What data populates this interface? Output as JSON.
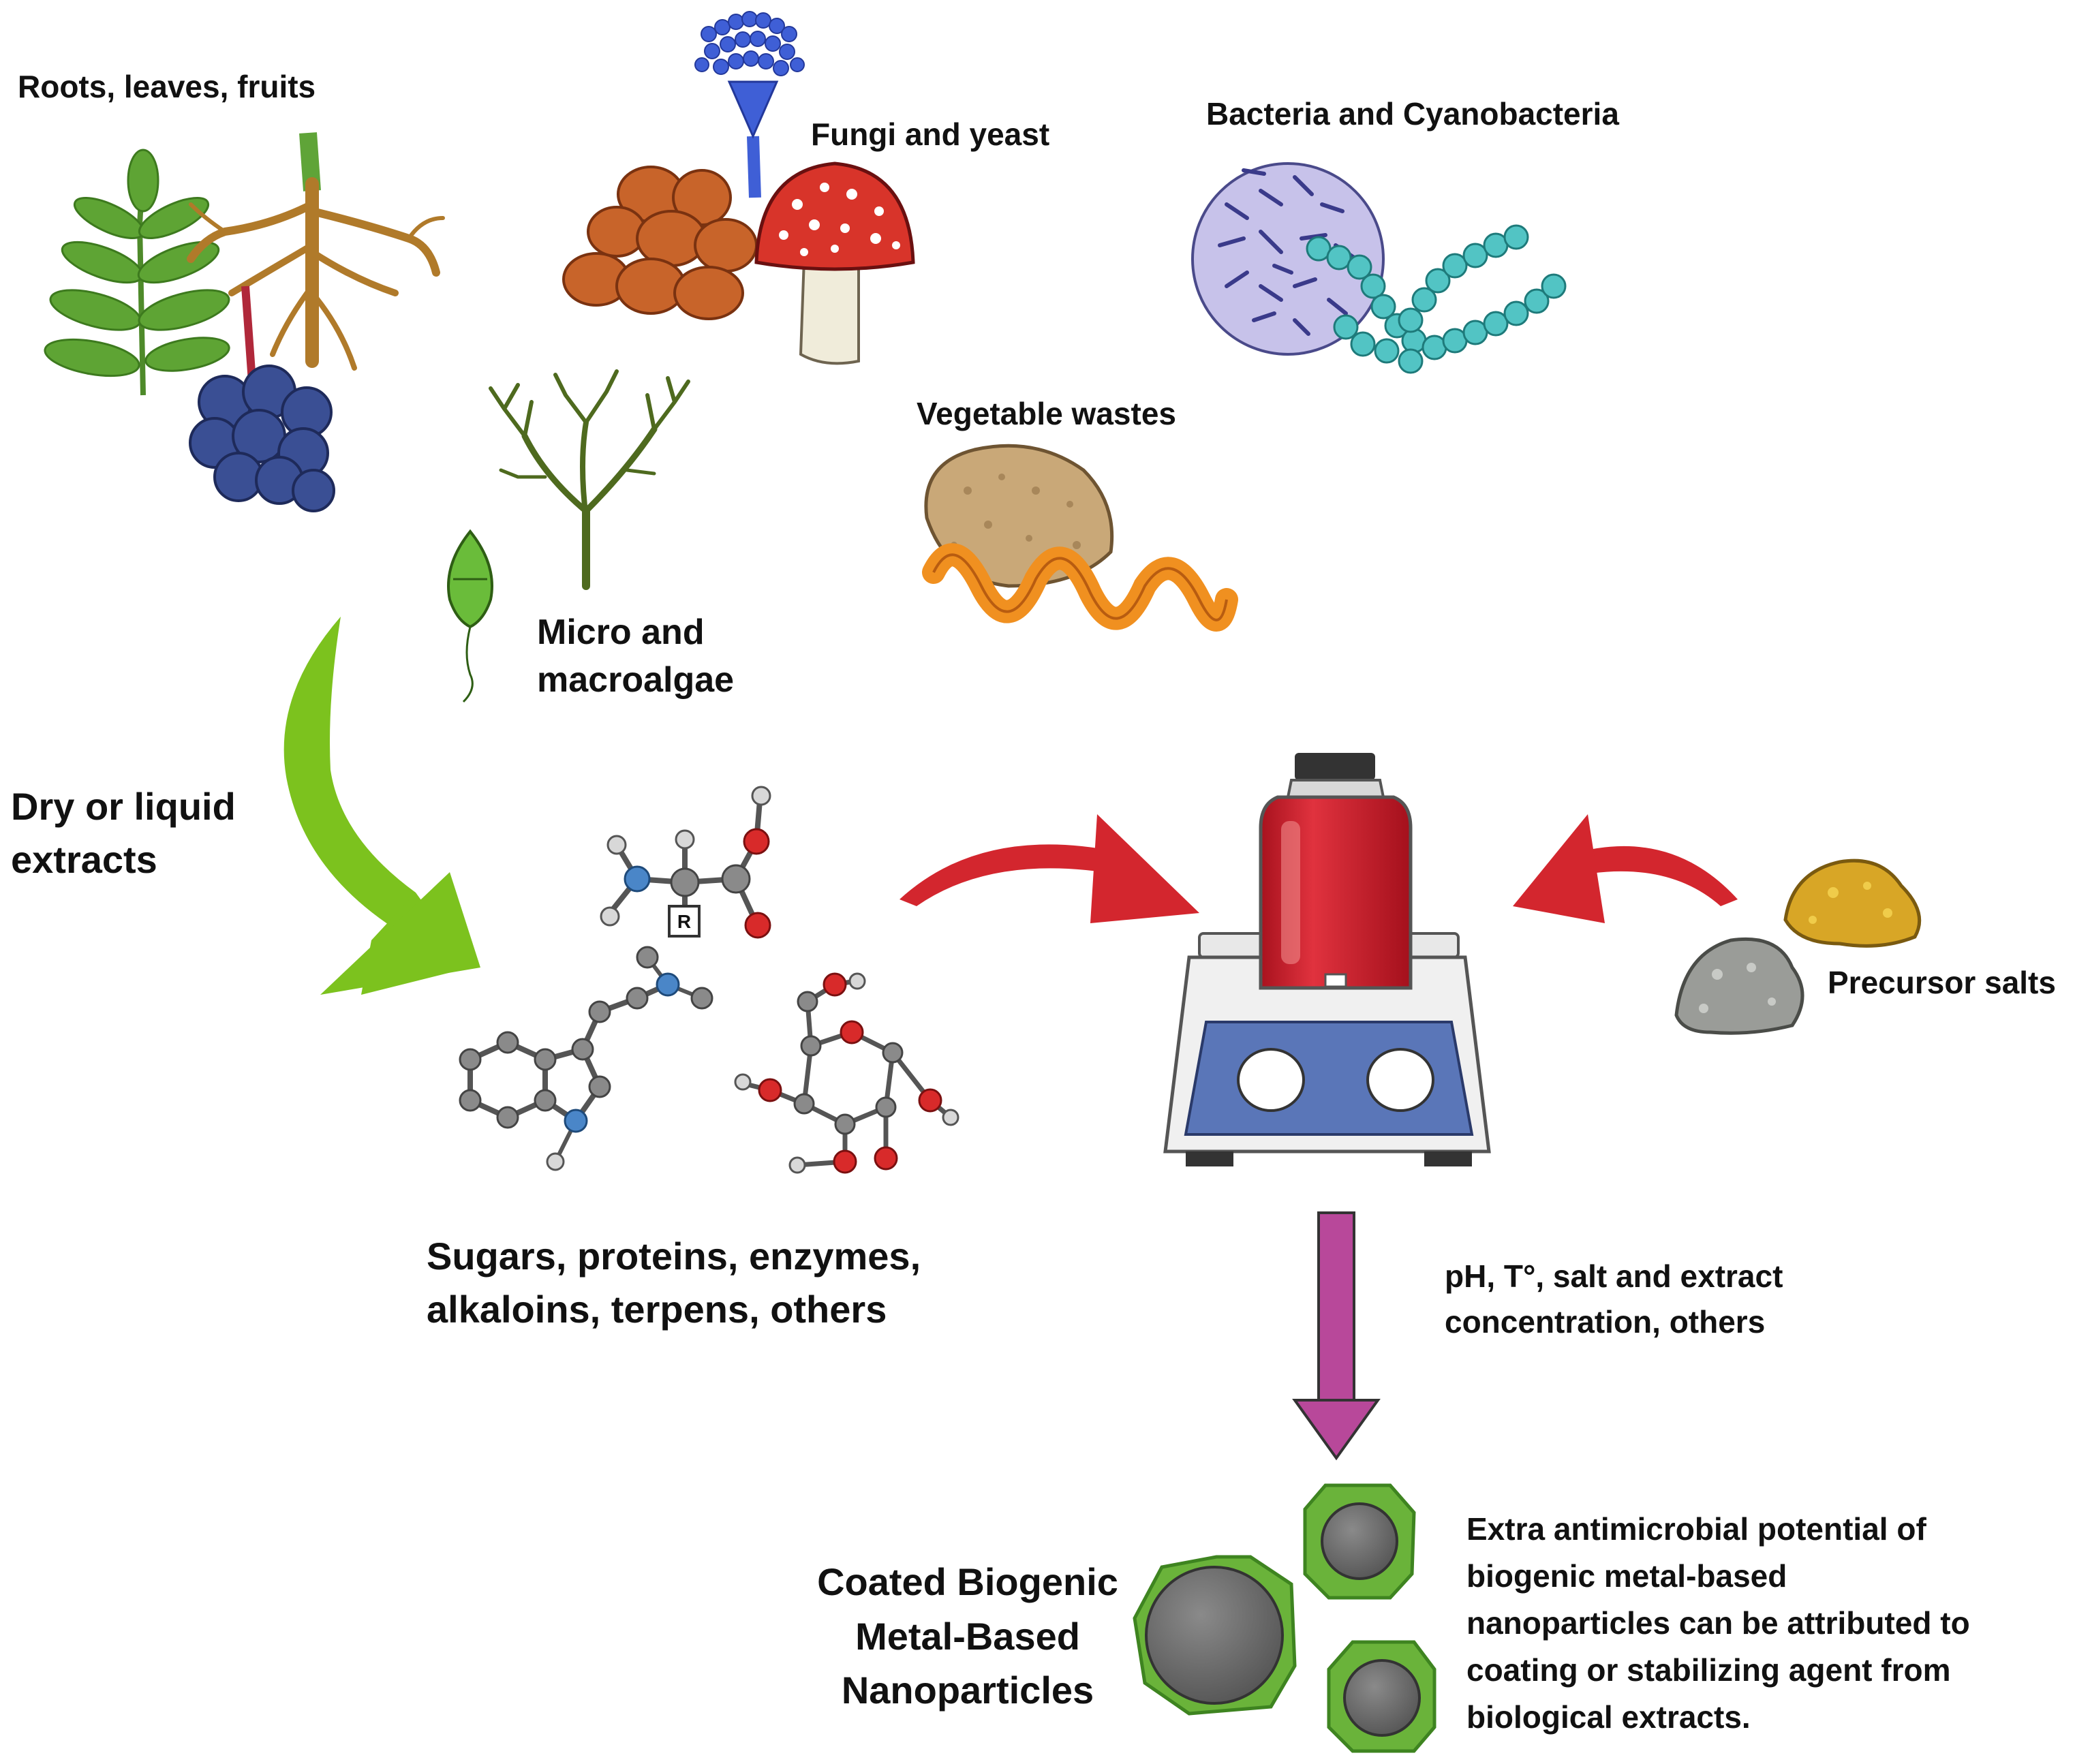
{
  "labels": {
    "roots": "Roots, leaves, fruits",
    "fungi": "Fungi and yeast",
    "bacteria": "Bacteria and Cyanobacteria",
    "vegetable": "Vegetable wastes",
    "algae": [
      "Micro and",
      "macroalgae"
    ],
    "extracts": [
      "Dry or liquid",
      "extracts"
    ],
    "biomolecules": [
      "Sugars, proteins, enzymes,",
      "alkaloins, terpens, others"
    ],
    "precursor": "Precursor salts",
    "conditions": [
      "pH, T°,  salt and  extract",
      "concentration, others"
    ],
    "nanoparticles": [
      "Coated Biogenic",
      "Metal-Based",
      "Nanoparticles"
    ],
    "antimicrobial": [
      "Extra antimicrobial potential of",
      "biogenic metal-based",
      "nanoparticles  can be attributed to",
      "coating or stabilizing agent  from",
      "biological extracts."
    ],
    "r_group": "R"
  },
  "colors": {
    "green_arrow": "#7cc21e",
    "red_arrow": "#d3262e",
    "magenta_arrow": "#b8489a",
    "jar_liquid": "#c8202c",
    "stirrer_plate": "#5a76b8",
    "nanoparticle_core": "#6e6e6e",
    "nanoparticle_coat": "#6ab33a",
    "bacteria_bg": "#c7c2ea",
    "cyanobacteria": "#52c4c4",
    "leaf_green": "#5ea434",
    "root_brown": "#b07a2a",
    "blueberry": "#3a4f94",
    "mushroom_red": "#d8342a",
    "yeast_orange": "#c8642a",
    "fungi_blue": "#3f5fd6",
    "orange_peel": "#f09020",
    "algae_green": "#4e6a1e",
    "gold_nugget": "#d8a626",
    "gray_rock": "#9a9c98"
  }
}
